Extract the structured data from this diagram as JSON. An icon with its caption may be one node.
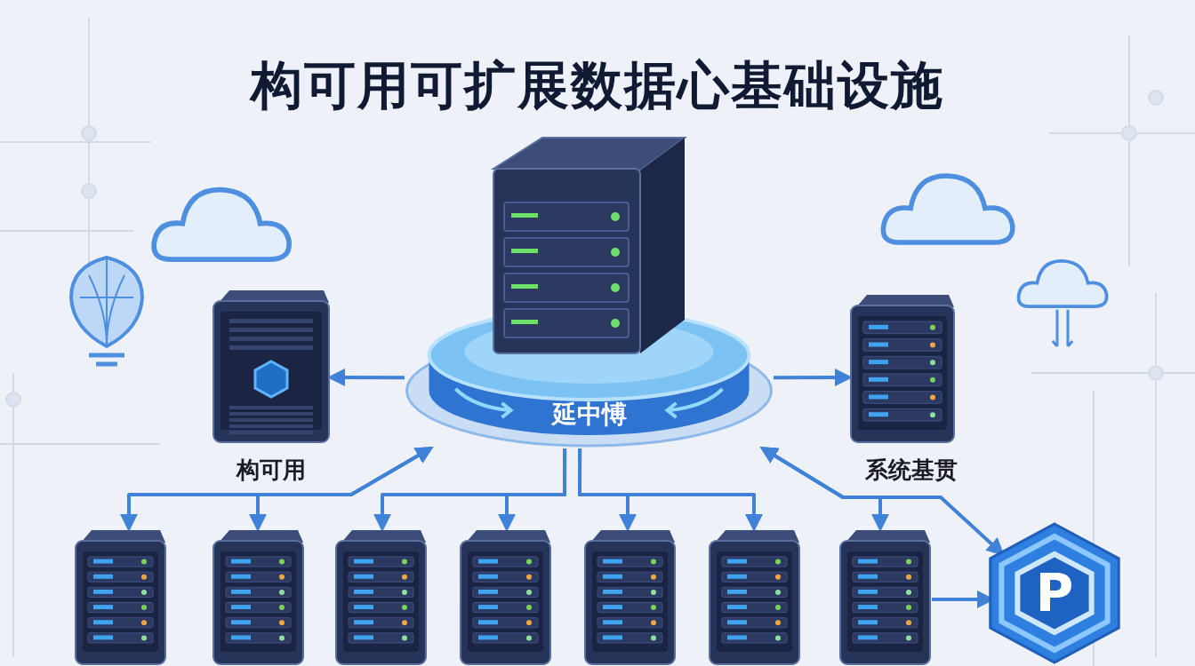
{
  "diagram": {
    "title": "构可用可扩展数据心基础设施",
    "nodes": [
      {
        "text": [
          "延中愽"
        ]
      },
      {
        "text": [],
        "shape": "picture",
        "beside": [
          "构可用"
        ]
      },
      {
        "text": [],
        "shape": "picture",
        "beside": [
          "系统基贯"
        ]
      },
      {
        "text": [],
        "shape": "picture"
      },
      {
        "text": [],
        "shape": "picture"
      },
      {
        "text": [],
        "shape": "picture"
      },
      {
        "text": [],
        "shape": "picture"
      },
      {
        "text": [],
        "shape": "picture"
      },
      {
        "text": [],
        "shape": "picture"
      },
      {
        "text": [],
        "shape": "picture"
      },
      {
        "text": [
          "P"
        ]
      }
    ],
    "edges": [
      {
        "from": 0,
        "to": 1,
        "arrow": "to"
      },
      {
        "from": 0,
        "to": 2,
        "arrow": "to"
      },
      {
        "from": 0,
        "to": 3,
        "arrow": "both"
      },
      {
        "from": 0,
        "to": 4,
        "arrow": "both"
      },
      {
        "from": 0,
        "to": 5,
        "arrow": "to"
      },
      {
        "from": 0,
        "to": 6,
        "arrow": "to"
      },
      {
        "from": 0,
        "to": 7,
        "arrow": "to"
      },
      {
        "from": 0,
        "to": 8,
        "arrow": "to"
      },
      {
        "from": 0,
        "to": 9,
        "arrow": "both"
      },
      {
        "from": 0,
        "to": 10,
        "arrow": "both"
      },
      {
        "from": 9,
        "to": 10,
        "arrow": "to"
      }
    ]
  }
}
